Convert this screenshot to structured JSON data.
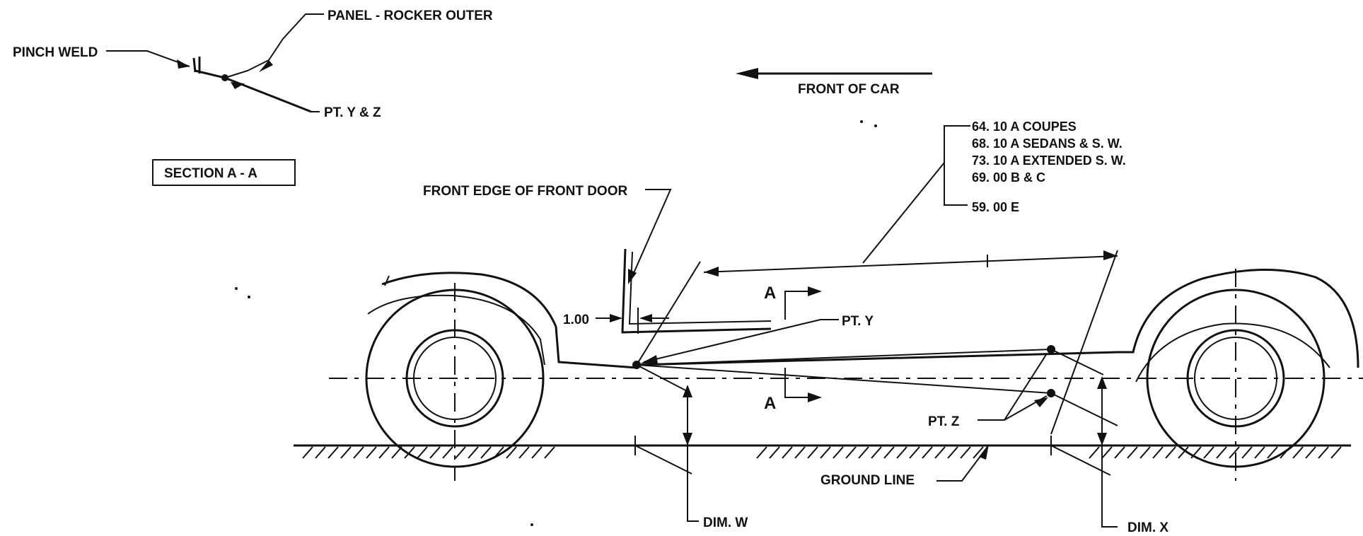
{
  "labels": {
    "panel_rocker_outer": "PANEL - ROCKER OUTER",
    "pinch_weld": "PINCH WELD",
    "pt_y_and_z": "PT.  Y & Z",
    "section_a_a": "SECTION  A - A",
    "front_of_car": "FRONT OF CAR",
    "front_edge_of_front_door": "FRONT EDGE OF FRONT DOOR",
    "dim_1_00": "1.00",
    "section_mark_top": "A",
    "section_mark_bottom": "A",
    "pt_y": "PT.  Y",
    "pt_z": "PT.  Z",
    "ground_line": "GROUND LINE",
    "dim_w": "DIM.  W",
    "dim_x": "DIM.  X"
  },
  "wheelbase_specs": [
    "64. 10  A COUPES",
    "68. 10  A SEDANS & S. W.",
    "73. 10  A EXTENDED S. W.",
    "69. 00  B & C",
    "59. 00  E"
  ]
}
